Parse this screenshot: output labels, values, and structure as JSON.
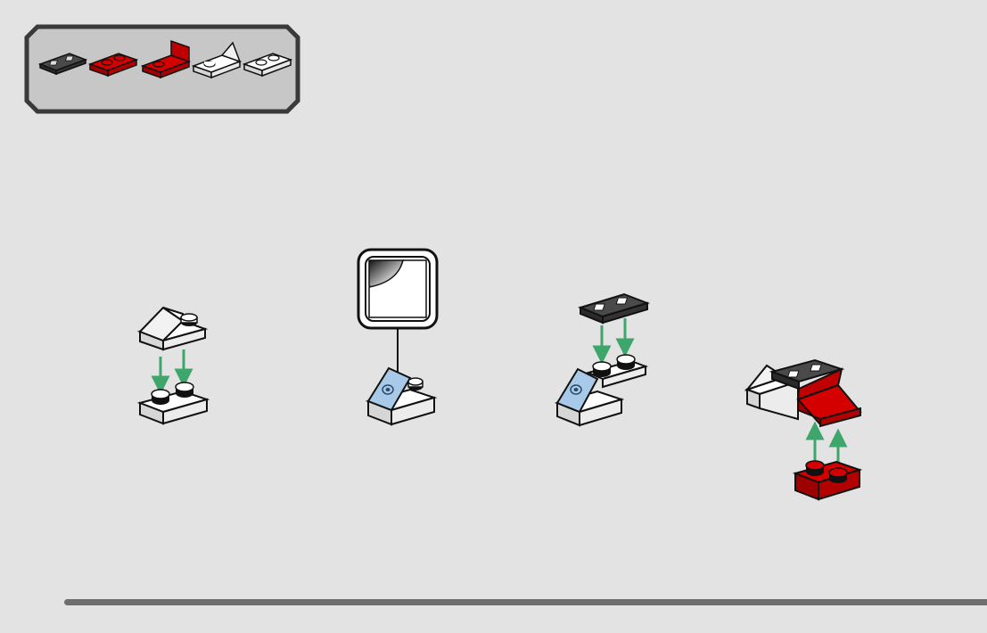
{
  "colors": {
    "background": "#e3e3e3",
    "panel_fill": "#c7c7c7",
    "panel_border": "#3a3a3a",
    "white_brick": "#ffffff",
    "white_brick_shade": "#d6d6d6",
    "red_brick": "#d40000",
    "red_brick_shade": "#9e0000",
    "dark_tile": "#3d3d3d",
    "stud_dark": "#111111",
    "sticker_blue": "#a9c9e8",
    "arrow_green": "#3ea66b",
    "outline": "#111111",
    "bottom_bar": "#6e6e6e"
  },
  "parts_list": [
    {
      "icon": "printed-tile-icon",
      "color": "dark grey"
    },
    {
      "icon": "plate-1x2-icon",
      "color": "red"
    },
    {
      "icon": "bracket-plate-icon",
      "color": "red"
    },
    {
      "icon": "slope-plate-icon",
      "color": "white"
    },
    {
      "icon": "plate-1x2-icon",
      "color": "white"
    }
  ],
  "steps": [
    {
      "icon": "stack-slope-on-plate-icon"
    },
    {
      "icon": "apply-sticker-icon"
    },
    {
      "icon": "add-printed-tile-icon"
    },
    {
      "icon": "attach-red-plate-icon"
    }
  ]
}
